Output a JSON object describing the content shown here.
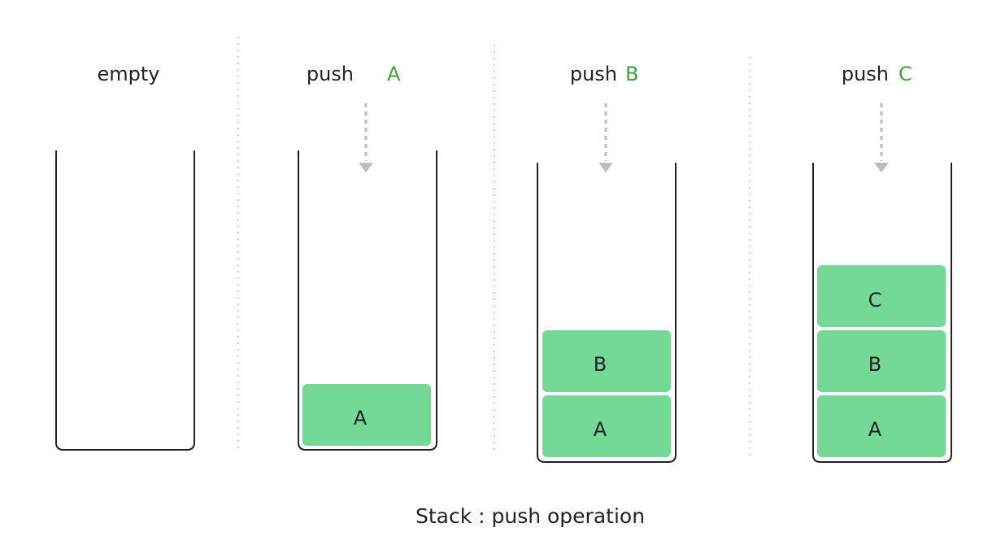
{
  "diagram": {
    "stages": [
      {
        "label": "empty",
        "op": "",
        "item": "",
        "stack": []
      },
      {
        "label": "push",
        "op": "push",
        "item": "A",
        "stack": [
          "A"
        ]
      },
      {
        "label": "push",
        "op": "push",
        "item": "B",
        "stack": [
          "A",
          "B"
        ]
      },
      {
        "label": "push",
        "op": "push",
        "item": "C",
        "stack": [
          "A",
          "B",
          "C"
        ]
      }
    ],
    "caption": "Stack : push operation"
  },
  "colors": {
    "block_fill": "#74d897",
    "accent_text": "#3aa832",
    "outline": "#222222",
    "arrow": "#bdbdbd",
    "divider": "#d0d0d0"
  }
}
